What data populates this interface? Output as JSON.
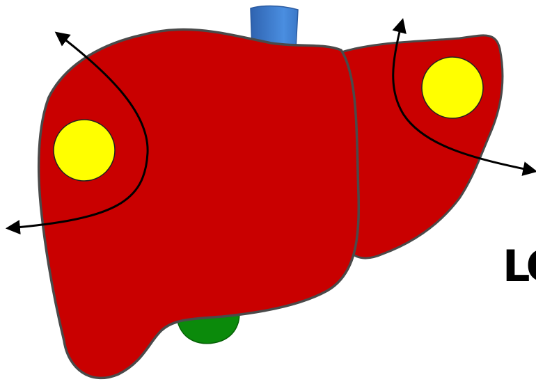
{
  "diagram": {
    "label_text": "LG",
    "colors": {
      "liver": "#c90000",
      "liver_outline": "#4a4a4a",
      "vessel": "#3f7fd0",
      "gallbladder": "#0b8a0b",
      "lesion": "#ffff00",
      "arrow": "#000000"
    },
    "parts": [
      "inferior-vena-cava",
      "right-lobe",
      "left-lobe",
      "gallbladder",
      "lesion-right",
      "lesion-left",
      "arrow-right-lobe",
      "arrow-left-lobe"
    ]
  }
}
